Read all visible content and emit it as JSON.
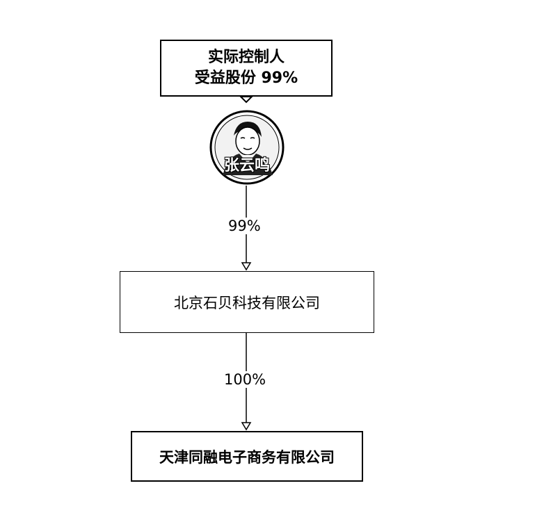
{
  "controller": {
    "title": "实际控制人",
    "benefit": "受益股份 99%"
  },
  "person": {
    "name": "张云鸣"
  },
  "links": {
    "first_pct": "99%",
    "second_pct": "100%"
  },
  "company": {
    "name": "北京石贝科技有限公司"
  },
  "subsidiary": {
    "name": "天津同融电子商务有限公司"
  }
}
